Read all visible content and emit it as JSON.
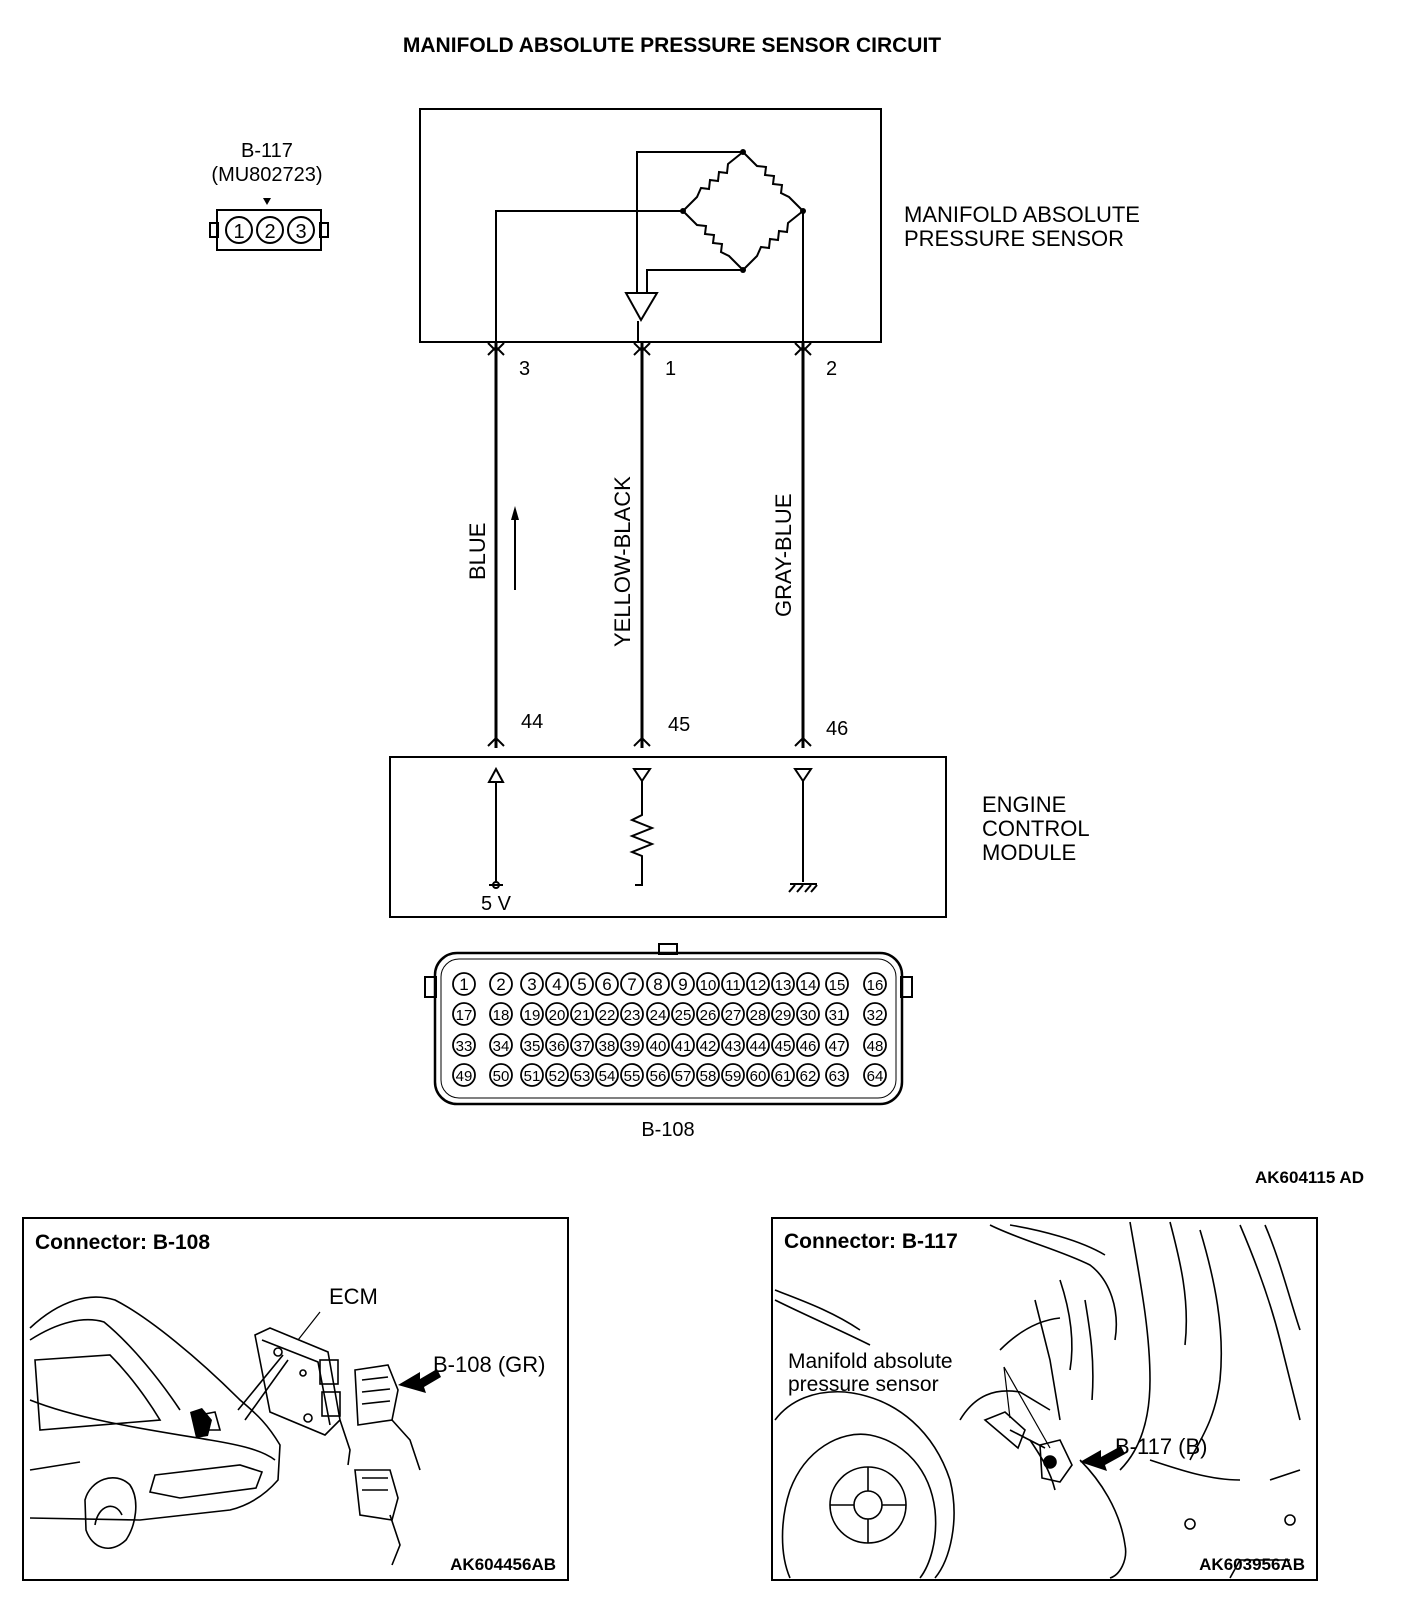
{
  "title": "MANIFOLD ABSOLUTE PRESSURE SENSOR CIRCUIT",
  "sensor_connector": {
    "id": "B-117",
    "part_number": "(MU802723)",
    "pins": [
      "1",
      "2",
      "3"
    ]
  },
  "sensor_label": [
    "MANIFOLD ABSOLUTE",
    "PRESSURE SENSOR"
  ],
  "sensor_pins": {
    "left": "3",
    "middle": "1",
    "right": "2"
  },
  "wires": {
    "left": "BLUE",
    "middle": "YELLOW-BLACK",
    "right": "GRAY-BLUE"
  },
  "ecm_pins": {
    "left": "44",
    "middle": "45",
    "right": "46"
  },
  "ecm_label": [
    "ENGINE",
    "CONTROL",
    "MODULE"
  ],
  "supply_voltage": "5 V",
  "ecm_connector": {
    "id": "B-108",
    "rows": [
      [
        "1",
        "2",
        "3",
        "4",
        "5",
        "6",
        "7",
        "8",
        "9",
        "10",
        "11",
        "12",
        "13",
        "14",
        "15",
        "16"
      ],
      [
        "17",
        "18",
        "19",
        "20",
        "21",
        "22",
        "23",
        "24",
        "25",
        "26",
        "27",
        "28",
        "29",
        "30",
        "31",
        "32"
      ],
      [
        "33",
        "34",
        "35",
        "36",
        "37",
        "38",
        "39",
        "40",
        "41",
        "42",
        "43",
        "44",
        "45",
        "46",
        "47",
        "48"
      ],
      [
        "49",
        "50",
        "51",
        "52",
        "53",
        "54",
        "55",
        "56",
        "57",
        "58",
        "59",
        "60",
        "61",
        "62",
        "63",
        "64"
      ]
    ]
  },
  "diagram_code": "AK604115 AD",
  "panel_left": {
    "title": "Connector: B-108",
    "ecm_label": "ECM",
    "connector_label": "B-108 (GR)",
    "code": "AK604456AB"
  },
  "panel_right": {
    "title": "Connector: B-117",
    "sensor_label": [
      "Manifold absolute",
      "pressure sensor"
    ],
    "connector_label": "B-117 (B)",
    "code": "AK603956AB"
  }
}
